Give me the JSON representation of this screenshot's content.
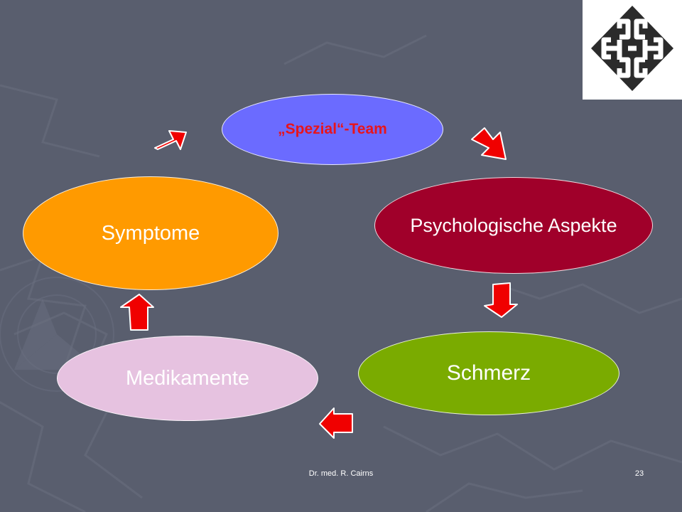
{
  "slide": {
    "background": "#595e6e",
    "footer": {
      "author": "Dr. med. R. Cairns",
      "page_number": "23"
    }
  },
  "logo": {
    "icon": "celtic-knot-logo-icon",
    "background": "#ffffff"
  },
  "cycle": {
    "nodes": [
      {
        "id": "team",
        "label": "„Spezial“-Team",
        "fill": "#6b6bff",
        "text_color": "#e8141c"
      },
      {
        "id": "psych",
        "label": "Psychologische Aspekte",
        "fill": "#a0002a",
        "text_color": "#ffffff"
      },
      {
        "id": "schmerz",
        "label": "Schmerz",
        "fill": "#7aab00",
        "text_color": "#ffffff"
      },
      {
        "id": "medi",
        "label": "Medikamente",
        "fill": "#e6c2e0",
        "text_color": "#ffffff"
      },
      {
        "id": "sym",
        "label": "Symptome",
        "fill": "#ff9a00",
        "text_color": "#ffffff"
      }
    ],
    "arrow_color": "#f00000",
    "direction": "clockwise"
  }
}
